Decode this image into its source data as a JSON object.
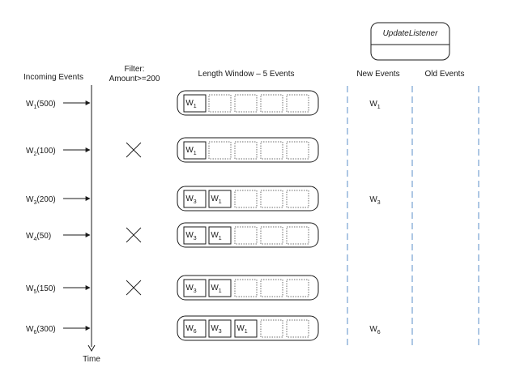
{
  "headers": {
    "incoming": "Incoming Events",
    "filter_line1": "Filter:",
    "filter_line2": "Amount>=200",
    "window": "Length Window – 5 Events",
    "new_events": "New Events",
    "old_events": "Old Events"
  },
  "listener": {
    "label": "UpdateListener"
  },
  "axis": {
    "label": "Time"
  },
  "events": [
    {
      "name": "W",
      "sub": "1",
      "amount": "(500)",
      "filtered_out": false,
      "window": [
        {
          "name": "W",
          "sub": "1"
        }
      ],
      "new_event": {
        "name": "W",
        "sub": "1"
      }
    },
    {
      "name": "W",
      "sub": "2",
      "amount": "(100)",
      "filtered_out": true,
      "window": [
        {
          "name": "W",
          "sub": "1"
        }
      ],
      "new_event": null
    },
    {
      "name": "W",
      "sub": "3",
      "amount": "(200)",
      "filtered_out": false,
      "window": [
        {
          "name": "W",
          "sub": "3"
        },
        {
          "name": "W",
          "sub": "1"
        }
      ],
      "new_event": {
        "name": "W",
        "sub": "3"
      }
    },
    {
      "name": "W",
      "sub": "4",
      "amount": "(50)",
      "filtered_out": true,
      "window": [
        {
          "name": "W",
          "sub": "3"
        },
        {
          "name": "W",
          "sub": "1"
        }
      ],
      "new_event": null
    },
    {
      "name": "W",
      "sub": "5",
      "amount": "(150)",
      "filtered_out": true,
      "window": [
        {
          "name": "W",
          "sub": "3"
        },
        {
          "name": "W",
          "sub": "1"
        }
      ],
      "new_event": null
    },
    {
      "name": "W",
      "sub": "6",
      "amount": "(300)",
      "filtered_out": false,
      "window": [
        {
          "name": "W",
          "sub": "6"
        },
        {
          "name": "W",
          "sub": "3"
        },
        {
          "name": "W",
          "sub": "1"
        }
      ],
      "new_event": {
        "name": "W",
        "sub": "6"
      }
    }
  ],
  "colors": {
    "ink": "#1a1a1a",
    "divider": "#5b8fc9",
    "slot_dotted": "#6d6d6d"
  }
}
